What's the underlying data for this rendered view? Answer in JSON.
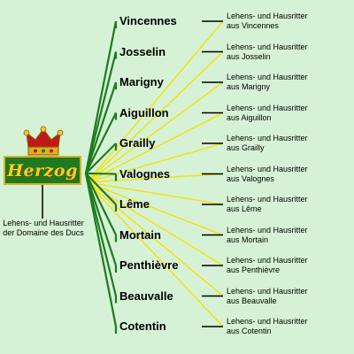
{
  "lord": {
    "title": "Herzog",
    "note_line1": "Lehens- und Hausritter",
    "note_line2": "der Domaine des Ducs"
  },
  "vassals": [
    {
      "name": "Vincennes",
      "knights_line1": "Lehens- und Hausritter",
      "knights_line2": "aus Vincennes"
    },
    {
      "name": "Josselin",
      "knights_line1": "Lehens- und Hausritter",
      "knights_line2": "aus Josselin"
    },
    {
      "name": "Marigny",
      "knights_line1": "Lehens- und Hausritter",
      "knights_line2": "aus Marigny"
    },
    {
      "name": "Aiguillon",
      "knights_line1": "Lehens- und Hausritter",
      "knights_line2": "aus Aiguillon"
    },
    {
      "name": "Grailly",
      "knights_line1": "Lehens- und Hausritter",
      "knights_line2": "aus Grailly"
    },
    {
      "name": "Valognes",
      "knights_line1": "Lehens- und Hausritter",
      "knights_line2": "aus Valognes"
    },
    {
      "name": "Lême",
      "knights_line1": "Lehens- und Hausritter",
      "knights_line2": "aus Lême"
    },
    {
      "name": "Mortain",
      "knights_line1": "Lehens- und Hausritter",
      "knights_line2": "aus Mortain"
    },
    {
      "name": "Penthièvre",
      "knights_line1": "Lehens- und Hausritter",
      "knights_line2": "aus Penthièvre"
    },
    {
      "name": "Beauvalle",
      "knights_line1": "Lehens- und Hausritter",
      "knights_line2": "aus Beauvalle"
    },
    {
      "name": "Cotentin",
      "knights_line1": "Lehens- und Hausritter",
      "knights_line2": "aus Cotentin"
    }
  ],
  "colors": {
    "background": "#d6f2d6",
    "vassal_links": "#1f7a1f",
    "knight_links": "#f2e21e",
    "connector": "#000000",
    "banner_fill": "#1f7a1f",
    "banner_text": "#f2cf2a"
  },
  "icons": {
    "crown": "crown-icon"
  }
}
